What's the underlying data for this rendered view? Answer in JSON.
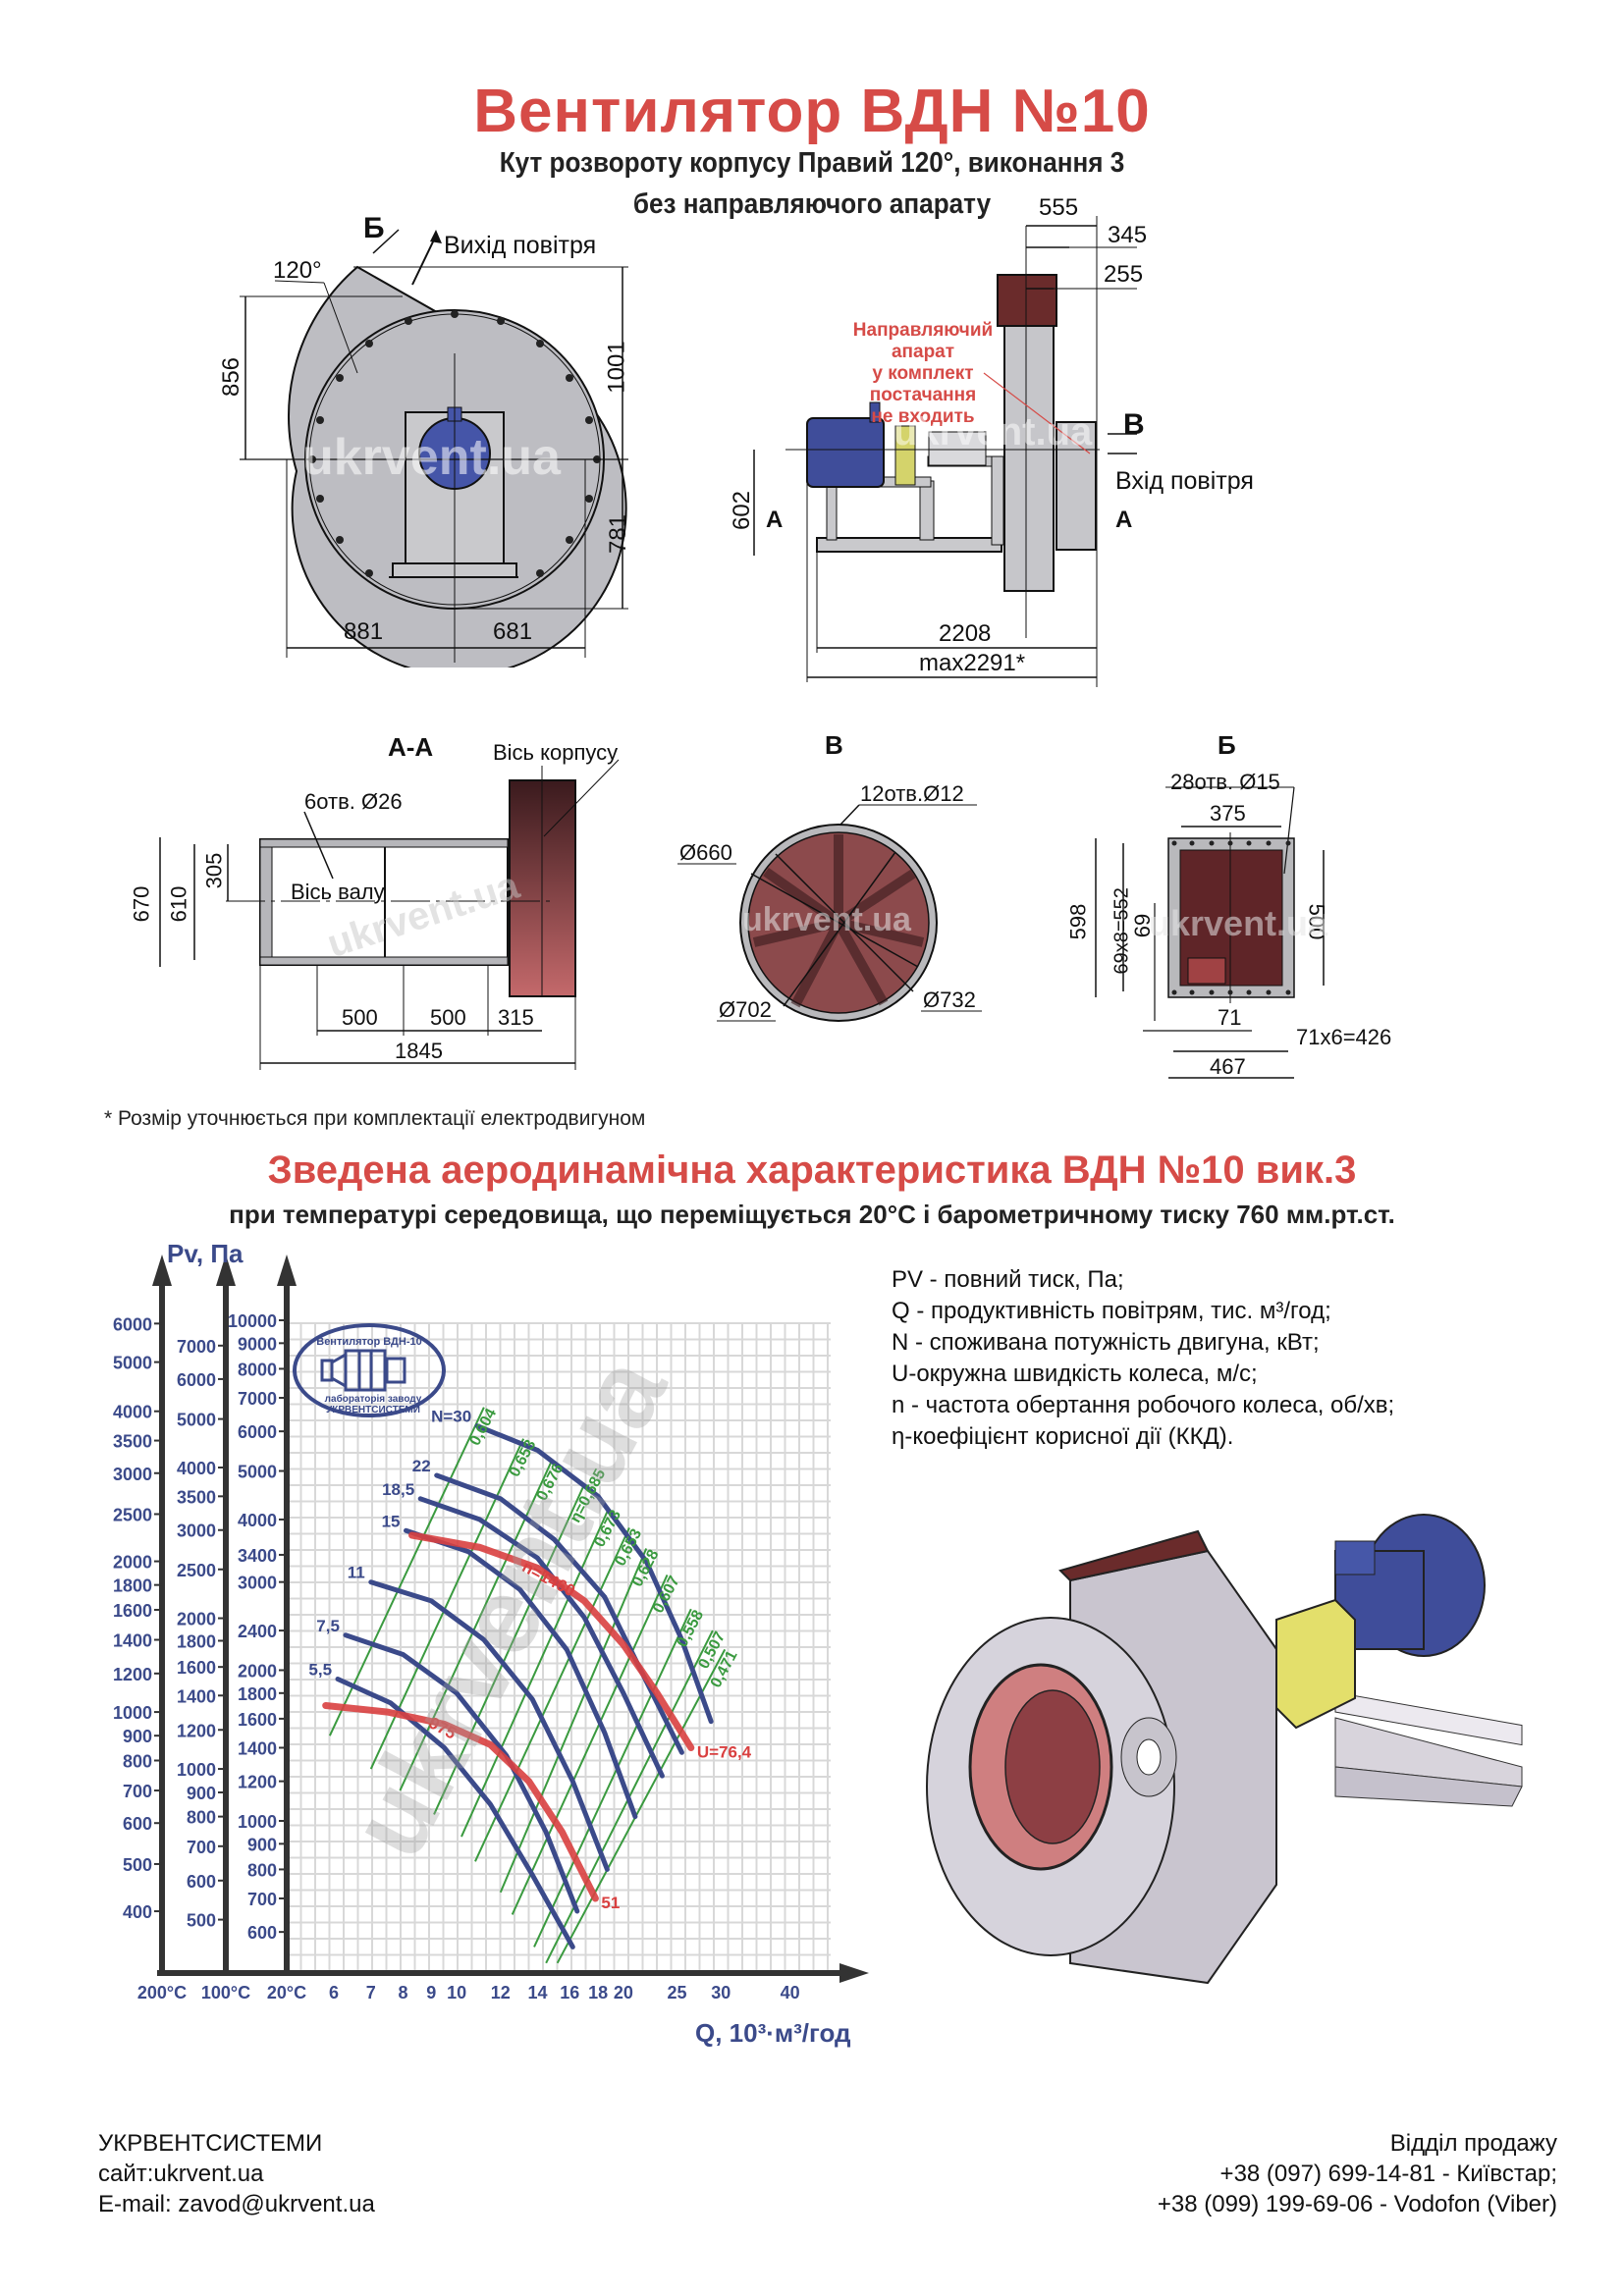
{
  "header": {
    "title": "Вентилятор  ВДН №10",
    "subtitle_1": "Кут розвороту корпусу Правий 120°, виконання 3",
    "subtitle_2": "без направляючого апарату"
  },
  "front_view": {
    "mark_b": "Б",
    "air_outlet": "Вихід повітря",
    "angle": "120°",
    "dims": {
      "h_856": "856",
      "h_1001": "1001",
      "h_781": "781",
      "w_881": "881",
      "w_681": "681"
    },
    "watermark": "ukrvent.ua"
  },
  "side_view": {
    "dims": {
      "d555": "555",
      "d345": "345",
      "d255": "255",
      "d602": "602",
      "d2208": "2208",
      "dmax": "max2291*"
    },
    "note_lines": [
      "Направляючий апарат",
      "у комплект постачання",
      "не входить"
    ],
    "mark_v": "В",
    "air_inlet": "Вхід повітря",
    "mark_a_left": "А",
    "mark_a_right": "А",
    "watermark": "ukrvent.ua"
  },
  "section_aa": {
    "title": "А-А",
    "body_axis": "Вісь корпусу",
    "holes": "6отв. Ø26",
    "shaft_axis": "Вісь валу",
    "dims": {
      "d670": "670",
      "d610": "610",
      "d305": "305",
      "d500a": "500",
      "d500b": "500",
      "d315": "315",
      "d1845": "1845"
    },
    "watermark": "ukrvent.ua"
  },
  "view_v": {
    "title": "В",
    "holes": "12отв.Ø12",
    "d660": "Ø660",
    "d702": "Ø702",
    "d732": "Ø732",
    "watermark": "ukrvent.ua"
  },
  "view_b": {
    "title": "Б",
    "holes": "28отв. Ø15",
    "dims": {
      "d375": "375",
      "d598": "598",
      "d552": "69x8=552",
      "d69": "69",
      "d500": "500",
      "d71": "71",
      "d426": "71x6=426",
      "d467": "467"
    },
    "watermark": "ukrvent.ua"
  },
  "footnote": "* Розмір уточнюється при комплектації електродвигуном",
  "chart_section": {
    "title": "Зведена аеродинамічна характеристика ВДН №10 вик.3",
    "subtitle": "при температурі середовища, що переміщується 20°С і барометричному тиску 760 мм.рт.ст."
  },
  "legend": [
    "PV - повний тиск, Па;",
    "Q - продуктивність повітрям, тис. м³/год;",
    "N - споживана потужність двигуна, кВт;",
    "U-окружна швидкість колеса, м/с;",
    "n - частота обертання робочого колеса, об/хв;",
    "η-коефіцієнт корисної дії (ККД)."
  ],
  "stamp": {
    "top": "Вентилятор ВДН-10",
    "bottom1": "лабораторія заводу",
    "bottom2": "УКРВЕНТСИСТЕМИ"
  },
  "chart_data": {
    "type": "line",
    "title": "Зведена аеродинамічна характеристика ВДН №10 вик.3",
    "xlabel": "Q, 10³·м³/год",
    "ylabel": "Pv, Па",
    "x_scale": "log",
    "y_scale": "log",
    "xlim": [
      5.2,
      48
    ],
    "ylim": [
      520,
      10000
    ],
    "x_ticks": [
      "6",
      "7",
      "8",
      "9",
      "10",
      "12",
      "14",
      "16",
      "18",
      "20",
      "25",
      "30",
      "40"
    ],
    "x_tick_values": [
      6,
      7,
      8,
      9,
      10,
      12,
      14,
      16,
      18,
      20,
      25,
      30,
      40
    ],
    "temperature_axes": [
      {
        "label": "200°C",
        "ticks": [
          6000,
          5000,
          4000,
          3500,
          3000,
          2500,
          2000,
          1800,
          1600,
          1400,
          1200,
          1000,
          900,
          800,
          700,
          600,
          500,
          400
        ],
        "equiv_20c": [
          9850,
          8250,
          6580,
          5750,
          4950,
          4100,
          3300,
          2960,
          2640,
          2300,
          1970,
          1650,
          1480,
          1320,
          1150,
          990,
          820,
          660
        ]
      },
      {
        "label": "100°C",
        "ticks": [
          7000,
          6000,
          5000,
          4000,
          3500,
          3000,
          2500,
          2000,
          1800,
          1600,
          1400,
          1200,
          1000,
          900,
          800,
          700,
          600,
          500
        ],
        "equiv_20c": [
          8900,
          7630,
          6350,
          5080,
          4450,
          3810,
          3180,
          2540,
          2290,
          2030,
          1780,
          1520,
          1270,
          1140,
          1020,
          890,
          760,
          635
        ]
      },
      {
        "label": "20°C",
        "ticks": [
          10000,
          9000,
          8000,
          7000,
          6000,
          5000,
          4000,
          3400,
          3000,
          2400,
          2000,
          1800,
          1600,
          1400,
          1200,
          1000,
          900,
          800,
          700,
          600
        ],
        "equiv_20c": [
          10000,
          9000,
          8000,
          7000,
          6000,
          5000,
          4000,
          3400,
          3000,
          2400,
          2000,
          1800,
          1600,
          1400,
          1200,
          1000,
          900,
          800,
          700,
          600
        ]
      }
    ],
    "power_curves": [
      {
        "name": "N=30",
        "label": "N=30",
        "points": [
          [
            10.9,
            6150
          ],
          [
            14,
            5500
          ],
          [
            18,
            4450
          ],
          [
            22,
            3300
          ],
          [
            25.5,
            2300
          ],
          [
            28.8,
            1580
          ]
        ]
      },
      {
        "name": "N=22",
        "label": "22",
        "points": [
          [
            9.2,
            4900
          ],
          [
            12,
            4400
          ],
          [
            15,
            3650
          ],
          [
            18.5,
            2800
          ],
          [
            21.5,
            2000
          ],
          [
            25.5,
            1370
          ]
        ]
      },
      {
        "name": "N=18,5",
        "label": "18,5",
        "points": [
          [
            8.6,
            4400
          ],
          [
            11,
            4000
          ],
          [
            14,
            3350
          ],
          [
            17,
            2550
          ],
          [
            20,
            1800
          ],
          [
            23.5,
            1230
          ]
        ]
      },
      {
        "name": "N=15",
        "label": "15",
        "points": [
          [
            8.1,
            3800
          ],
          [
            10.5,
            3450
          ],
          [
            13,
            2900
          ],
          [
            15.8,
            2200
          ],
          [
            18.5,
            1500
          ],
          [
            21,
            1020
          ]
        ]
      },
      {
        "name": "N=11",
        "label": "11",
        "points": [
          [
            7.0,
            3000
          ],
          [
            9,
            2750
          ],
          [
            11.2,
            2300
          ],
          [
            13.7,
            1750
          ],
          [
            16.2,
            1200
          ],
          [
            18.7,
            800
          ]
        ]
      },
      {
        "name": "N=7,5",
        "label": "7,5",
        "points": [
          [
            6.3,
            2350
          ],
          [
            8,
            2150
          ],
          [
            10,
            1800
          ],
          [
            12.3,
            1350
          ],
          [
            14.5,
            950
          ],
          [
            16.5,
            660
          ]
        ]
      },
      {
        "name": "N=5,5",
        "label": "5,5",
        "points": [
          [
            6.1,
            1920
          ],
          [
            7.6,
            1720
          ],
          [
            9.5,
            1400
          ],
          [
            11.5,
            1080
          ],
          [
            13.7,
            780
          ],
          [
            16.2,
            560
          ]
        ]
      }
    ],
    "speed_curves": [
      {
        "name": "n=1460",
        "label": "n=1460",
        "u_label": "U=76,4",
        "points": [
          [
            8.3,
            3720
          ],
          [
            11,
            3520
          ],
          [
            14,
            3200
          ],
          [
            17,
            2750
          ],
          [
            20,
            2250
          ],
          [
            23,
            1800
          ],
          [
            26.5,
            1400
          ]
        ]
      },
      {
        "name": "n=975",
        "label": "975",
        "u_label": "51",
        "points": [
          [
            5.8,
            1700
          ],
          [
            7.5,
            1650
          ],
          [
            9.5,
            1560
          ],
          [
            11.5,
            1420
          ],
          [
            13.5,
            1200
          ],
          [
            15.5,
            950
          ],
          [
            17.8,
            700
          ]
        ]
      }
    ],
    "efficiency_lines": [
      {
        "label": "0,604",
        "from": [
          5.9,
          1480
        ],
        "to": [
          11.2,
          6700
        ]
      },
      {
        "label": "0,653",
        "from": [
          7.0,
          1270
        ],
        "to": [
          13.2,
          5800
        ]
      },
      {
        "label": "0,676",
        "from": [
          7.9,
          1150
        ],
        "to": [
          14.8,
          5200
        ]
      },
      {
        "label": "η=0,685",
        "from": [
          9.1,
          1030
        ],
        "to": [
          17.0,
          4700
        ]
      },
      {
        "label": "0,673",
        "from": [
          10.2,
          930
        ],
        "to": [
          18.8,
          4200
        ]
      },
      {
        "label": "0,653",
        "from": [
          10.8,
          830
        ],
        "to": [
          20.5,
          3850
        ]
      },
      {
        "label": "0,628",
        "from": [
          12.0,
          720
        ],
        "to": [
          22.0,
          3500
        ]
      },
      {
        "label": "0,607",
        "from": [
          12.6,
          650
        ],
        "to": [
          24.0,
          3100
        ]
      },
      {
        "label": "0,558",
        "from": [
          13.8,
          560
        ],
        "to": [
          26.5,
          2650
        ]
      },
      {
        "label": "0,507",
        "from": [
          14.5,
          520
        ],
        "to": [
          29.0,
          2400
        ]
      },
      {
        "label": "0,471",
        "from": [
          15.2,
          520
        ],
        "to": [
          30.5,
          2200
        ]
      }
    ],
    "grid": true,
    "colors": {
      "power": "#3b4a8a",
      "speed": "#d94040",
      "efficiency": "#3a9a3f",
      "grid": "#d8d8d8",
      "axis_text": "#3b4a8a"
    }
  },
  "footer": {
    "company": "УКРВЕНТСИСТЕМИ",
    "site": "сайт:ukrvent.ua",
    "email": "E-mail: zavod@ukrvent.ua",
    "sales": "Відділ продажу",
    "phone1": "+38 (097) 699-14-81 - Київстар;",
    "phone2": "+38 (099) 199-69-06 - Vodofon (Viber)"
  },
  "colors": {
    "accent_red": "#d64b47",
    "steel": "#b9b9bf",
    "motor_blue": "#3f4d9a",
    "duct_brown": "#6a2b2b"
  }
}
